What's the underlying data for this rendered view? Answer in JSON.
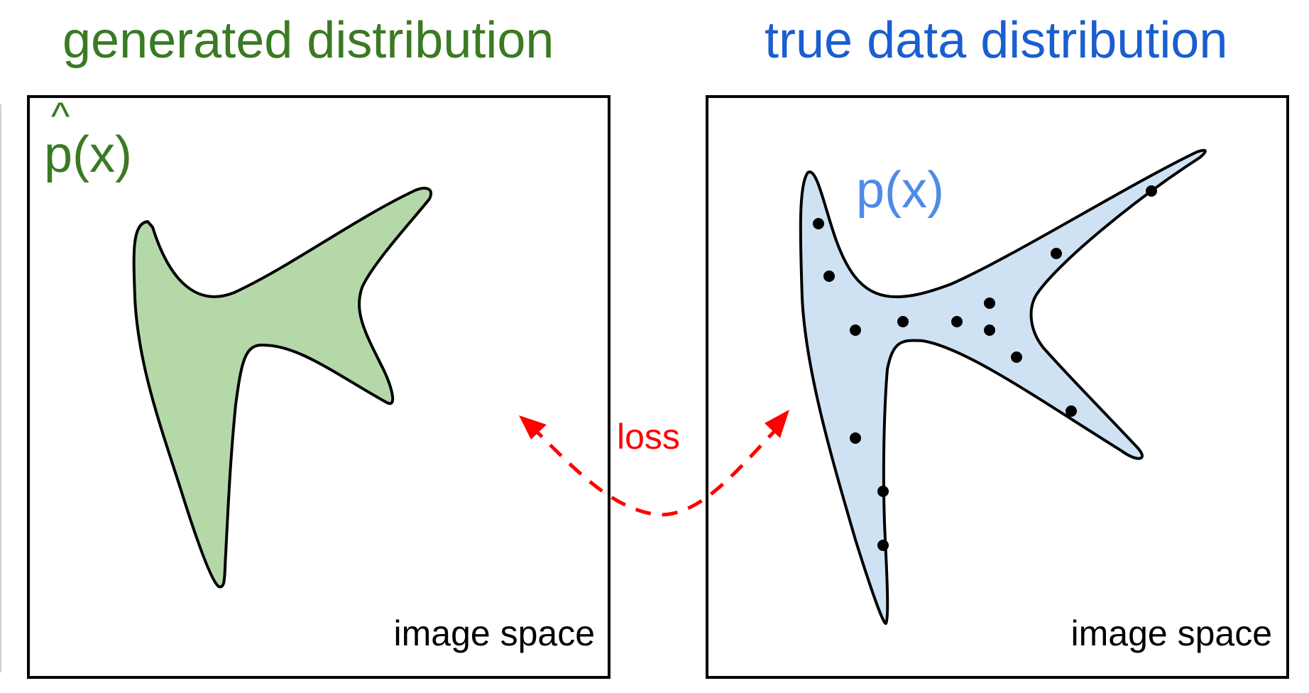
{
  "titles": {
    "left": "generated distribution",
    "right": "true data distribution"
  },
  "panels": {
    "left": {
      "distribution_label": "p(x)",
      "hat_symbol": "^",
      "space_label": "image space",
      "shape_fill": "#b5d8a9",
      "label_color": "#3a7a23"
    },
    "right": {
      "distribution_label": "p(x)",
      "space_label": "image space",
      "shape_fill": "#cfe2f3",
      "label_color": "#4f8be6",
      "sample_points": [
        [
          1153,
          315
        ],
        [
          1168,
          389
        ],
        [
          1205,
          465
        ],
        [
          1272,
          453
        ],
        [
          1348,
          453
        ],
        [
          1394,
          427
        ],
        [
          1394,
          465
        ],
        [
          1432,
          503
        ],
        [
          1509,
          579
        ],
        [
          1622,
          269
        ],
        [
          1488,
          357
        ],
        [
          1205,
          617
        ],
        [
          1244,
          692
        ],
        [
          1244,
          768
        ]
      ]
    }
  },
  "connector": {
    "label": "loss",
    "color": "#ff0000",
    "style": "dashed double-headed arrow"
  },
  "colors": {
    "generated": "#3a7a23",
    "true_data": "#1a5ecf",
    "loss": "#ff0000"
  }
}
